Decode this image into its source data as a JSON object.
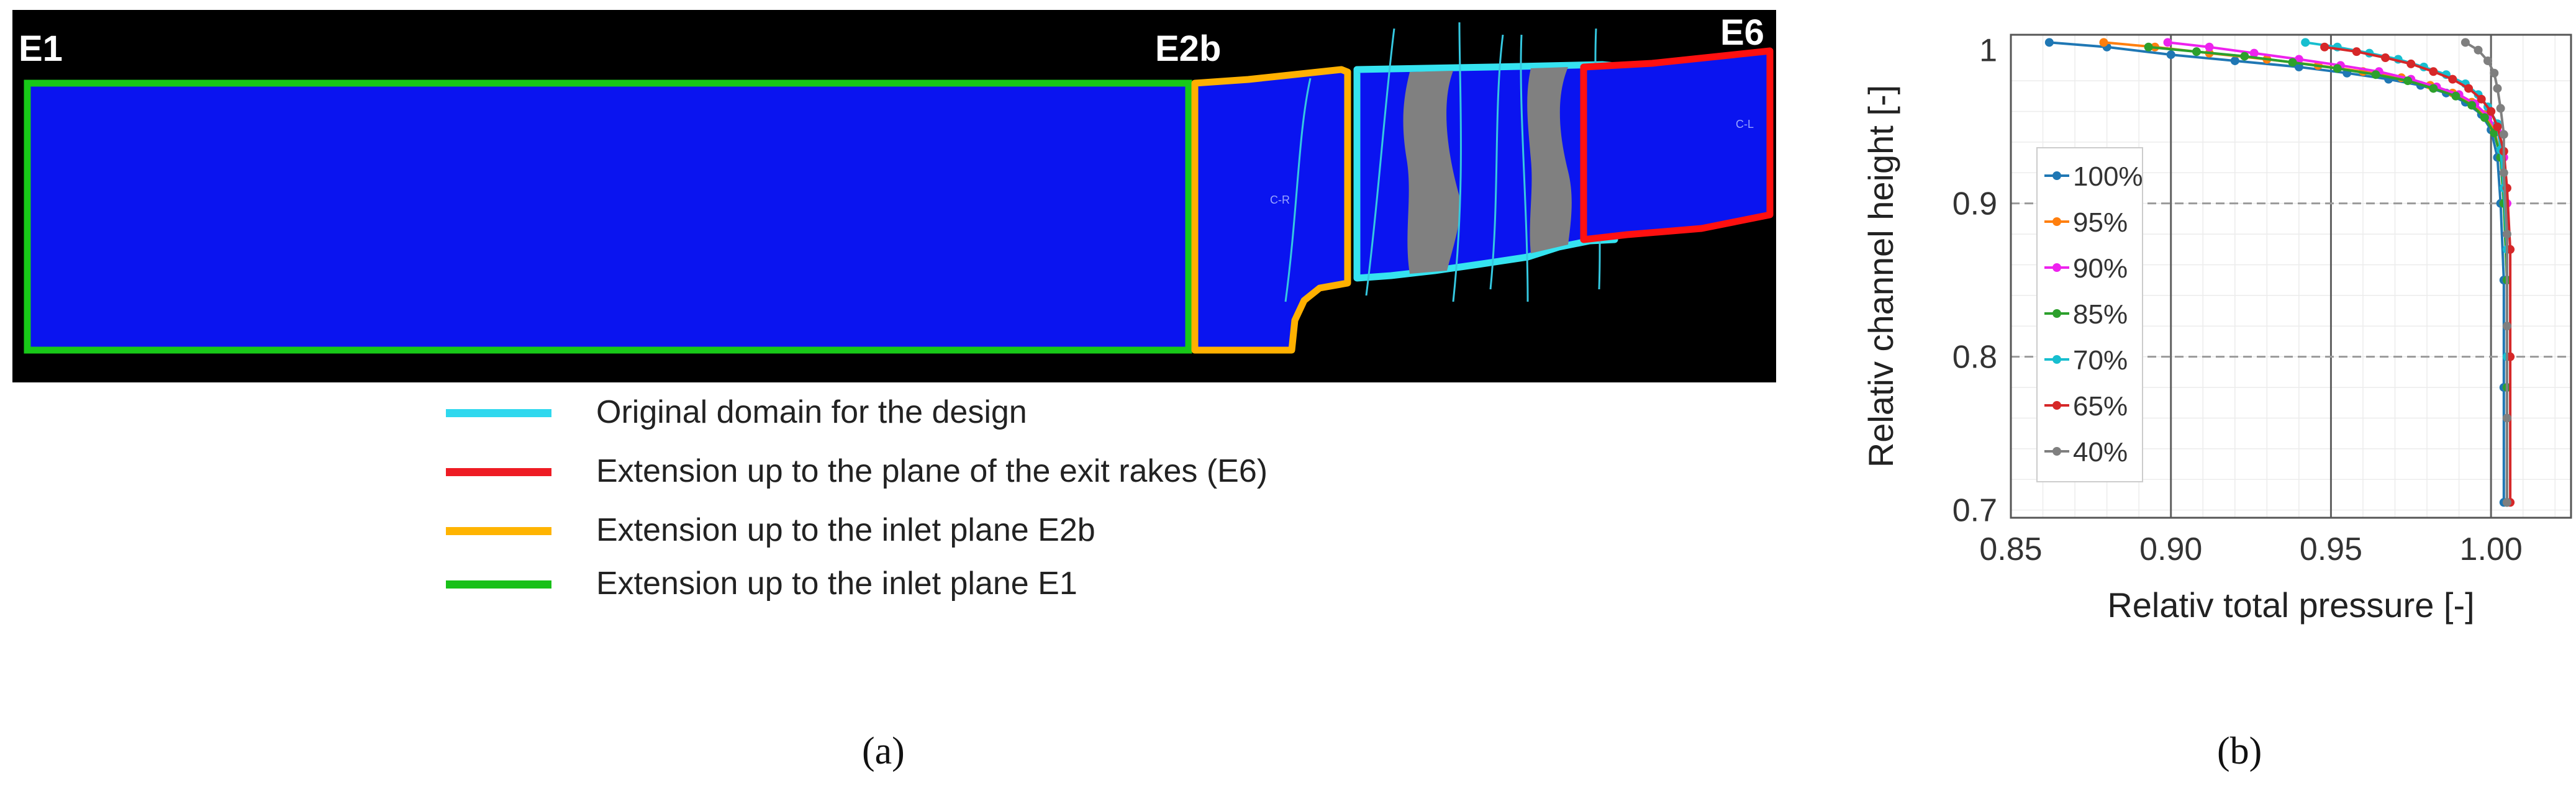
{
  "panel_a": {
    "plane_labels": [
      "E1",
      "E2b",
      "E6"
    ],
    "inner_labels": [
      "C-R",
      "C-L"
    ],
    "colors": {
      "background": "#000000",
      "domain": "#0a14f0",
      "blade": "#808080",
      "original": "#35e3f0",
      "exit_extension": "#ff1010",
      "e2b_extension": "#ffb000",
      "e1_extension": "#18c818"
    },
    "legend": [
      {
        "label": "Original domain for the design",
        "color": "#2fd8ee"
      },
      {
        "label": "Extension up to the plane of the exit rakes (E6)",
        "color": "#ee1c24"
      },
      {
        "label": "Extension up to the inlet plane E2b",
        "color": "#ffb400"
      },
      {
        "label": "Extension up to the inlet plane E1",
        "color": "#18c018"
      }
    ],
    "caption": "(a)"
  },
  "panel_b": {
    "caption": "(b)"
  },
  "chart_data": {
    "type": "line",
    "xlabel": "Relativ total pressure [-]",
    "ylabel": "Relativ channel height [-]",
    "xlim": [
      0.85,
      1.025
    ],
    "ylim": [
      0.695,
      1.01
    ],
    "xticks": [
      "0.85",
      "0.90",
      "0.95",
      "1.00"
    ],
    "yticks": [
      "0.7",
      "0.8",
      "0.9",
      "1"
    ],
    "grid": true,
    "legend_position": "left-middle",
    "series": [
      {
        "name": "100%",
        "color": "#1f77b4",
        "x": [
          0.862,
          0.88,
          0.9,
          0.92,
          0.94,
          0.955,
          0.968,
          0.978,
          0.986,
          0.992,
          0.997,
          1.0,
          1.002,
          1.003,
          1.004,
          1.004,
          1.004
        ],
        "y": [
          1.005,
          1.002,
          0.997,
          0.993,
          0.989,
          0.985,
          0.981,
          0.977,
          0.972,
          0.966,
          0.958,
          0.948,
          0.93,
          0.9,
          0.85,
          0.78,
          0.705
        ]
      },
      {
        "name": "95%",
        "color": "#ff7f0e",
        "x": [
          0.879,
          0.895,
          0.912,
          0.93,
          0.946,
          0.96,
          0.972,
          0.981,
          0.988,
          0.994,
          0.998,
          1.001,
          1.003,
          1.004,
          1.005,
          1.005,
          1.005
        ],
        "y": [
          1.005,
          1.002,
          0.998,
          0.994,
          0.99,
          0.986,
          0.982,
          0.977,
          0.972,
          0.966,
          0.958,
          0.948,
          0.93,
          0.9,
          0.85,
          0.78,
          0.705
        ]
      },
      {
        "name": "90%",
        "color": "#ee22ee",
        "x": [
          0.899,
          0.912,
          0.926,
          0.94,
          0.953,
          0.965,
          0.975,
          0.983,
          0.99,
          0.995,
          0.999,
          1.002,
          1.004,
          1.005,
          1.005,
          1.005,
          1.005
        ],
        "y": [
          1.005,
          1.002,
          0.998,
          0.994,
          0.99,
          0.986,
          0.981,
          0.976,
          0.971,
          0.965,
          0.957,
          0.947,
          0.93,
          0.9,
          0.85,
          0.78,
          0.705
        ]
      },
      {
        "name": "85%",
        "color": "#2ca02c",
        "x": [
          0.893,
          0.908,
          0.923,
          0.938,
          0.952,
          0.964,
          0.974,
          0.982,
          0.989,
          0.994,
          0.998,
          1.001,
          1.003,
          1.004,
          1.005,
          1.005,
          1.005
        ],
        "y": [
          1.002,
          0.999,
          0.996,
          0.992,
          0.988,
          0.984,
          0.98,
          0.975,
          0.97,
          0.964,
          0.956,
          0.946,
          0.93,
          0.9,
          0.85,
          0.78,
          0.705
        ]
      },
      {
        "name": "70%",
        "color": "#17becf",
        "x": [
          0.942,
          0.952,
          0.962,
          0.971,
          0.979,
          0.986,
          0.992,
          0.996,
          0.999,
          1.002,
          1.003,
          1.004,
          1.005,
          1.005,
          1.005
        ],
        "y": [
          1.005,
          1.002,
          0.998,
          0.994,
          0.989,
          0.984,
          0.978,
          0.971,
          0.963,
          0.952,
          0.935,
          0.91,
          0.87,
          0.8,
          0.705
        ]
      },
      {
        "name": "65%",
        "color": "#d62728",
        "x": [
          0.948,
          0.958,
          0.967,
          0.975,
          0.982,
          0.988,
          0.993,
          0.997,
          1.0,
          1.002,
          1.004,
          1.005,
          1.006,
          1.006,
          1.006
        ],
        "y": [
          1.002,
          0.999,
          0.995,
          0.991,
          0.986,
          0.981,
          0.975,
          0.968,
          0.96,
          0.95,
          0.934,
          0.91,
          0.87,
          0.8,
          0.705
        ]
      },
      {
        "name": "40%",
        "color": "#7f7f7f",
        "x": [
          0.992,
          0.996,
          0.999,
          1.001,
          1.002,
          1.003,
          1.004,
          1.004,
          1.005,
          1.005,
          1.005,
          1.005
        ],
        "y": [
          1.005,
          1.0,
          0.993,
          0.985,
          0.975,
          0.962,
          0.945,
          0.92,
          0.88,
          0.82,
          0.76,
          0.705
        ]
      }
    ]
  }
}
